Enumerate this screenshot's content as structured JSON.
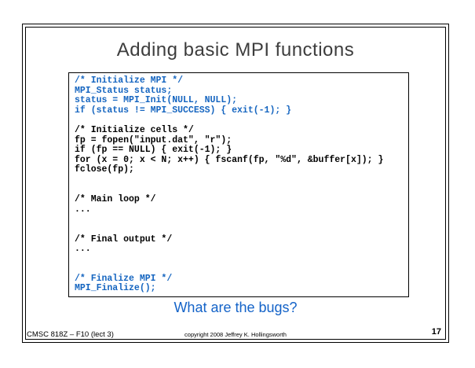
{
  "slide": {
    "title": "Adding basic MPI functions",
    "question": "What are the bugs?"
  },
  "colors": {
    "code_blue": "#1565c0",
    "question_blue": "#1463c8",
    "title_gray": "#3d3d3d"
  },
  "code": {
    "lines": [
      {
        "text": "/* Initialize MPI */",
        "color": "blue"
      },
      {
        "text": "MPI_Status status;",
        "color": "blue"
      },
      {
        "text": "status = MPI_Init(NULL, NULL);",
        "color": "blue"
      },
      {
        "text": "if (status != MPI_SUCCESS) { exit(-1); }",
        "color": "blue"
      },
      {
        "text": "",
        "color": "black"
      },
      {
        "text": "/* Initialize cells */",
        "color": "black"
      },
      {
        "text": "fp = fopen(\"input.dat\", \"r\");",
        "color": "black"
      },
      {
        "text": "if (fp == NULL) { exit(-1); }",
        "color": "black"
      },
      {
        "text": "for (x = 0; x < N; x++) { fscanf(fp, \"%d\", &buffer[x]); }",
        "color": "black"
      },
      {
        "text": "fclose(fp);",
        "color": "black"
      },
      {
        "text": "",
        "color": "black"
      },
      {
        "text": "",
        "color": "black"
      },
      {
        "text": "/* Main loop */",
        "color": "black"
      },
      {
        "text": "...",
        "color": "black"
      },
      {
        "text": "",
        "color": "black"
      },
      {
        "text": "",
        "color": "black"
      },
      {
        "text": "/* Final output */",
        "color": "black"
      },
      {
        "text": "...",
        "color": "black"
      },
      {
        "text": "",
        "color": "black"
      },
      {
        "text": "",
        "color": "black"
      },
      {
        "text": "/* Finalize MPI */",
        "color": "blue"
      },
      {
        "text": "MPI_Finalize();",
        "color": "blue"
      }
    ]
  },
  "footer": {
    "course": "CMSC 818Z – F10 (lect 3)",
    "copyright": "copyright 2008 Jeffrey K. Hollingsworth",
    "page_number": "17"
  }
}
